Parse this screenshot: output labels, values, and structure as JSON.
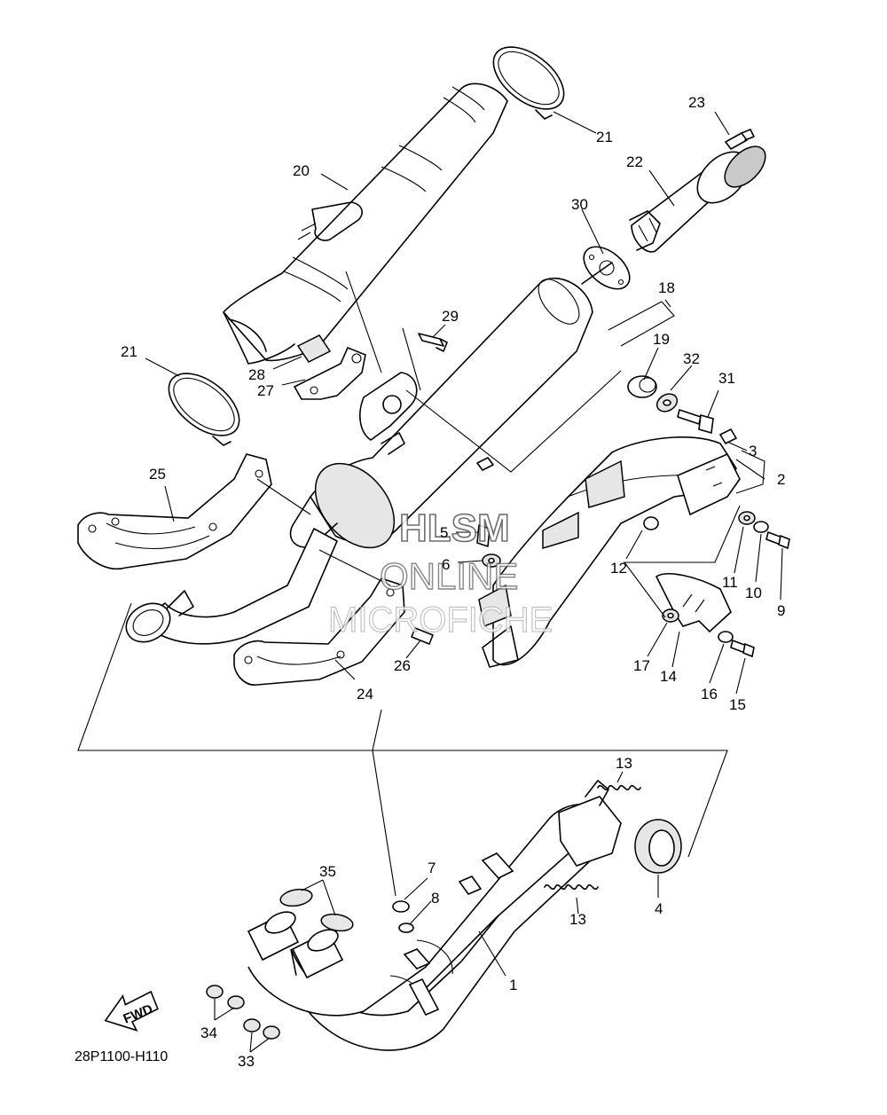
{
  "diagram": {
    "code": "28P1100-H110",
    "fwd_label": "FWD",
    "watermark": {
      "line1": "HLSM",
      "line2": "ONLINE",
      "line3": "MICROFICHE"
    },
    "callouts": [
      {
        "id": "c1",
        "label": "1"
      },
      {
        "id": "c2",
        "label": "2"
      },
      {
        "id": "c3",
        "label": "3"
      },
      {
        "id": "c4",
        "label": "4"
      },
      {
        "id": "c5",
        "label": "5"
      },
      {
        "id": "c6",
        "label": "6"
      },
      {
        "id": "c7",
        "label": "7"
      },
      {
        "id": "c8",
        "label": "8"
      },
      {
        "id": "c9",
        "label": "9"
      },
      {
        "id": "c10",
        "label": "10"
      },
      {
        "id": "c11",
        "label": "11"
      },
      {
        "id": "c12",
        "label": "12"
      },
      {
        "id": "c13a",
        "label": "13"
      },
      {
        "id": "c13b",
        "label": "13"
      },
      {
        "id": "c14",
        "label": "14"
      },
      {
        "id": "c15",
        "label": "15"
      },
      {
        "id": "c16",
        "label": "16"
      },
      {
        "id": "c17",
        "label": "17"
      },
      {
        "id": "c18",
        "label": "18"
      },
      {
        "id": "c19",
        "label": "19"
      },
      {
        "id": "c20",
        "label": "20"
      },
      {
        "id": "c21a",
        "label": "21"
      },
      {
        "id": "c21b",
        "label": "21"
      },
      {
        "id": "c22",
        "label": "22"
      },
      {
        "id": "c23",
        "label": "23"
      },
      {
        "id": "c24",
        "label": "24"
      },
      {
        "id": "c25",
        "label": "25"
      },
      {
        "id": "c26",
        "label": "26"
      },
      {
        "id": "c27",
        "label": "27"
      },
      {
        "id": "c28",
        "label": "28"
      },
      {
        "id": "c29",
        "label": "29"
      },
      {
        "id": "c30",
        "label": "30"
      },
      {
        "id": "c31",
        "label": "31"
      },
      {
        "id": "c32",
        "label": "32"
      },
      {
        "id": "c33",
        "label": "33"
      },
      {
        "id": "c34",
        "label": "34"
      },
      {
        "id": "c35",
        "label": "35"
      }
    ]
  }
}
